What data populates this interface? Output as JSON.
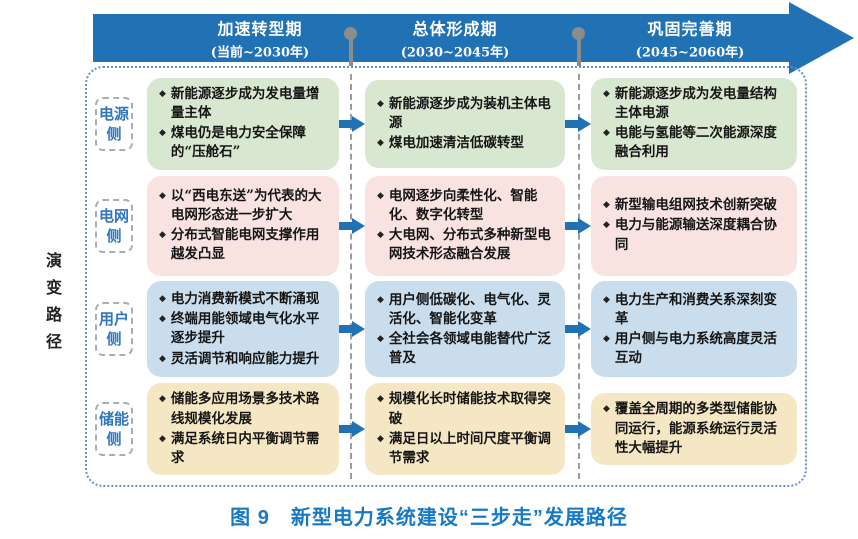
{
  "glyphs": {
    "bullet": "◆"
  },
  "colors": {
    "banner_blue": "#2171b5",
    "caption_blue": "#1779c4",
    "label_blue": "#3077bd",
    "pin_gray": "#8c8c8c",
    "row_green": "#d8e7cf",
    "row_pink": "#f8e3e0",
    "row_blue": "#c9ddec",
    "row_yellow": "#f5e7c3"
  },
  "banner": {
    "phases": [
      {
        "title": "加速转型期",
        "subtitle": "(当前~2030年)"
      },
      {
        "title": "总体形成期",
        "subtitle": "(2030~2045年)"
      },
      {
        "title": "巩固完善期",
        "subtitle": "(2045~2060年)"
      }
    ]
  },
  "side_label": "演变路径",
  "rows": [
    {
      "label": "电源侧",
      "color": "#d8e7cf",
      "cells": [
        [
          "新能源逐步成为发电量增量主体",
          "煤电仍是电力安全保障的“压舱石”"
        ],
        [
          "新能源逐步成为装机主体电源",
          "煤电加速清洁低碳转型"
        ],
        [
          "新能源逐步成为发电量结构主体电源",
          "电能与氢能等二次能源深度融合利用"
        ]
      ]
    },
    {
      "label": "电网侧",
      "color": "#f8e3e0",
      "cells": [
        [
          "以“西电东送”为代表的大电网形态进一步扩大",
          "分布式智能电网支撑作用越发凸显"
        ],
        [
          "电网逐步向柔性化、智能化、数字化转型",
          "大电网、分布式多种新型电网技术形态融合发展"
        ],
        [
          "新型输电组网技术创新突破",
          "电力与能源输送深度耦合协同"
        ]
      ]
    },
    {
      "label": "用户侧",
      "color": "#c9ddec",
      "cells": [
        [
          "电力消费新模式不断涌现",
          "终端用能领域电气化水平逐步提升",
          "灵活调节和响应能力提升"
        ],
        [
          "用户侧低碳化、电气化、灵活化、智能化变革",
          "全社会各领域电能替代广泛普及"
        ],
        [
          "电力生产和消费关系深刻变革",
          "用户侧与电力系统高度灵活互动"
        ]
      ]
    },
    {
      "label": "储能侧",
      "color": "#f5e7c3",
      "cells": [
        [
          "储能多应用场景多技术路线规模化发展",
          "满足系统日内平衡调节需求"
        ],
        [
          "规模化长时储能技术取得突破",
          "满足日以上时间尺度平衡调节需求"
        ],
        [
          "覆盖全周期的多类型储能协同运行，能源系统运行灵活性大幅提升"
        ]
      ]
    }
  ],
  "caption": "图 9　新型电力系统建设“三步走”发展路径"
}
